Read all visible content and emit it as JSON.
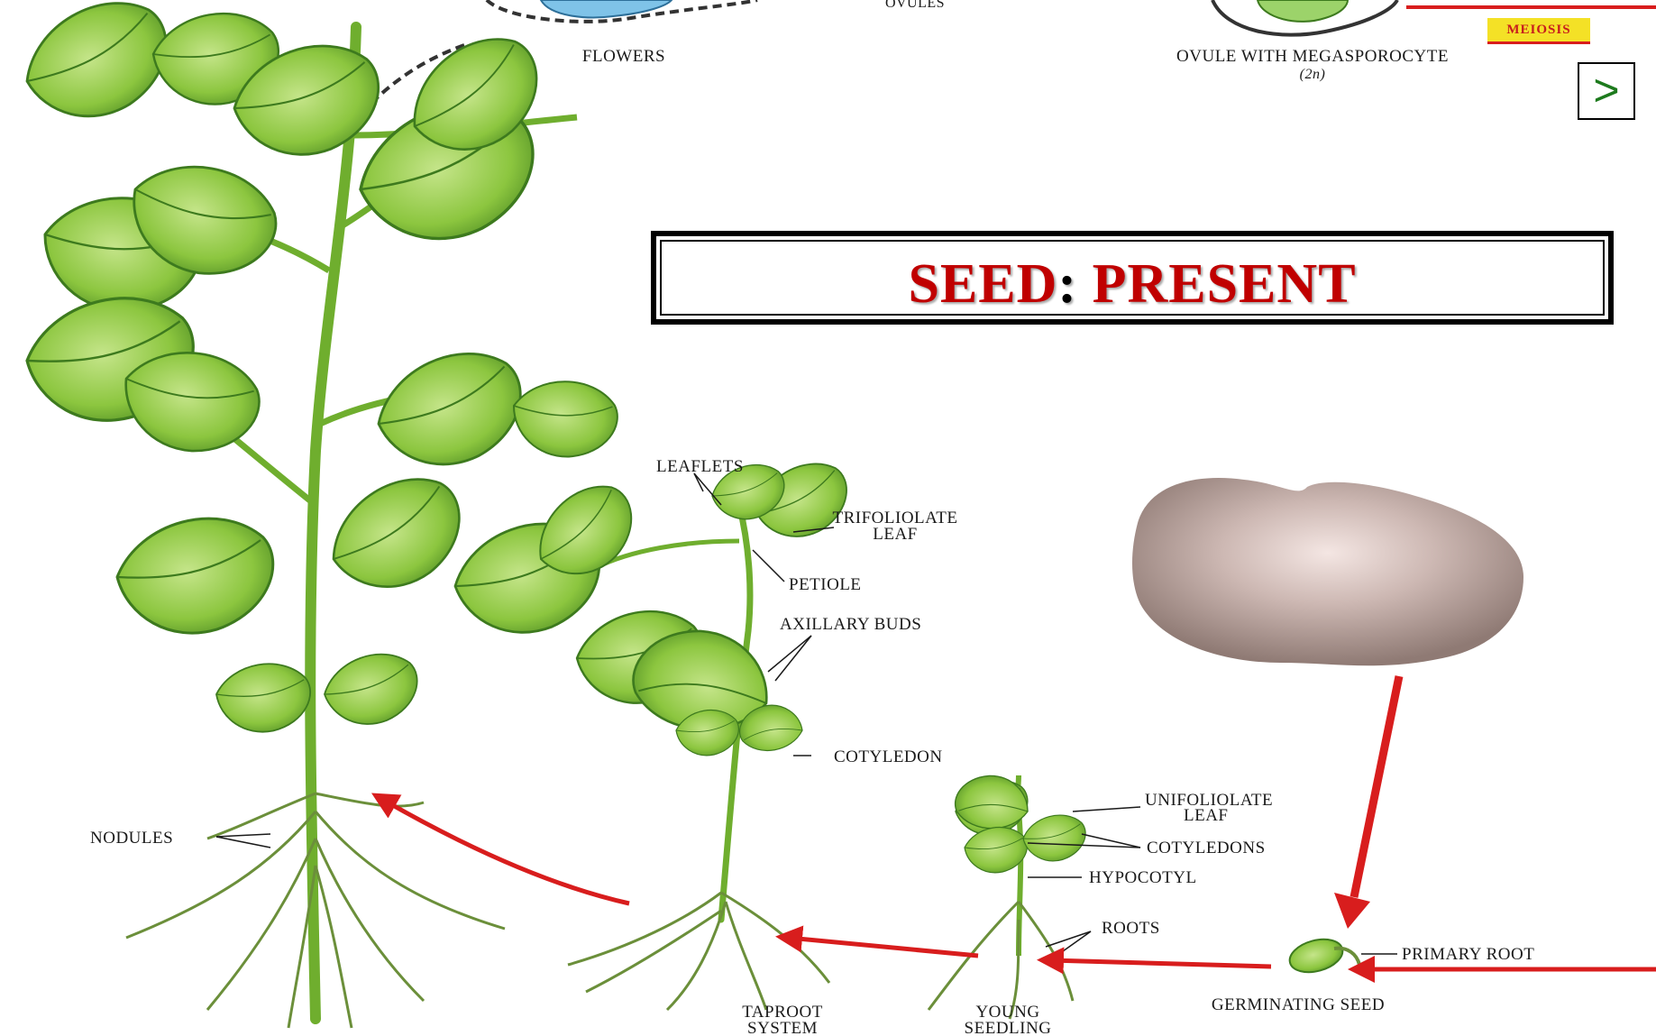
{
  "title": {
    "part1": "SEED",
    "separator": ":",
    "part2": "PRESENT",
    "color": "#c00000"
  },
  "nav": {
    "next_label": ">",
    "icon": "chevron-right-icon"
  },
  "top_labels": {
    "ovules": "OVULES",
    "flowers": "FLOWERS",
    "ovule_with_megasporocyte": "OVULE WITH MEGASPOROCYTE",
    "ploidy": "(2n)",
    "meiosis": "MEIOSIS"
  },
  "labels": {
    "leaflets": "LEAFLETS",
    "trifoliolate_1": "TRIFOLIOLATE",
    "trifoliolate_2": "LEAF",
    "petiole": "PETIOLE",
    "axillary_buds": "AXILLARY BUDS",
    "cotyledon": "COTYLEDON",
    "unifoliolate_1": "UNIFOLIOLATE",
    "unifoliolate_2": "LEAF",
    "cotyledons": "COTYLEDONS",
    "hypocotyl": "HYPOCOTYL",
    "roots": "ROOTS",
    "primary_root": "PRIMARY ROOT",
    "germinating_seed": "GERMINATING SEED",
    "nodules": "NODULES",
    "taproot_1": "TAPROOT",
    "taproot_2": "SYSTEM",
    "young_1": "YOUNG",
    "young_2": "SEEDLING"
  },
  "colors": {
    "leaf": "#8cc63f",
    "leaf_dark": "#3d7a1e",
    "stem": "#6fae2e",
    "arrow": "#d81d1d",
    "seed": "#b89e98"
  }
}
